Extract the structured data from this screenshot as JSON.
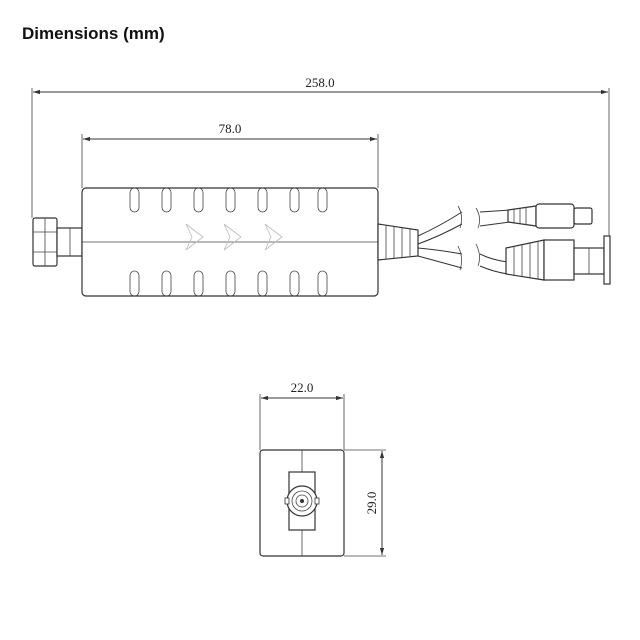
{
  "title": "Dimensions (mm)",
  "dimensions": {
    "overall_length": "258.0",
    "body_length": "78.0",
    "end_width": "22.0",
    "end_height": "29.0"
  }
}
